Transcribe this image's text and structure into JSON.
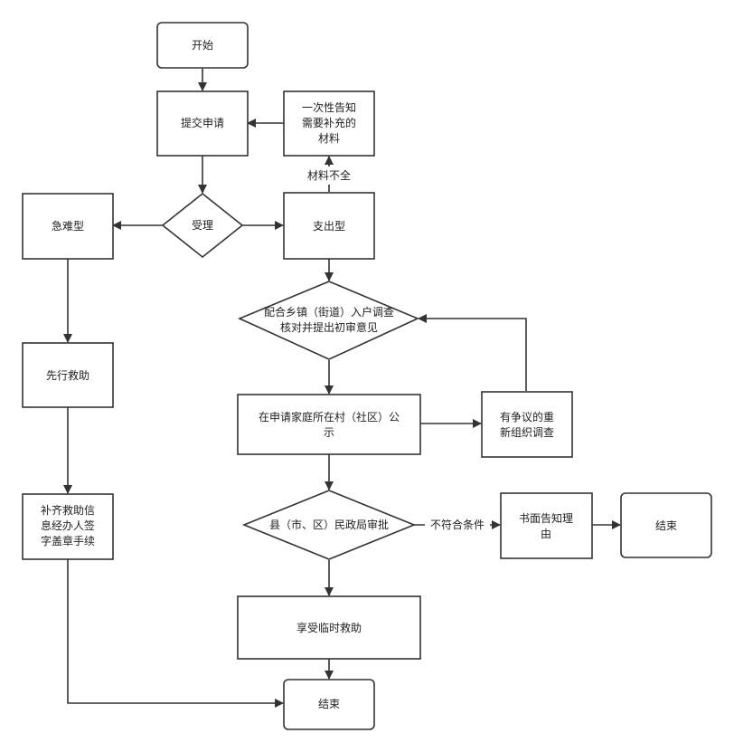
{
  "nodes": {
    "start": "开始",
    "submit": "提交申请",
    "notify": [
      "一次性告知",
      "需要补充的",
      "材料"
    ],
    "accept": "受理",
    "urgent": "急难型",
    "expend": "支出型",
    "first_aid": "先行救助",
    "supplement": [
      "补齐救助信",
      "息经办人签",
      "字盖章手续"
    ],
    "survey": [
      "配合乡镇（街道）入户调查",
      "核对并提出初审意见"
    ],
    "publicize": [
      "在申请家庭所在村（社区）公",
      "示"
    ],
    "dispute": [
      "有争议的重",
      "新组织调查"
    ],
    "county": "县（市、区）民政局审批",
    "written": [
      "书面告知理",
      "由"
    ],
    "end_right": "结束",
    "enjoy": "享受临时救助",
    "end_bottom": "结束"
  },
  "edges": {
    "incomplete": "材料不全",
    "not_qualified": "不符合条件"
  },
  "colors": {
    "stroke": "#333333",
    "fill": "#ffffff",
    "text": "#222222"
  }
}
